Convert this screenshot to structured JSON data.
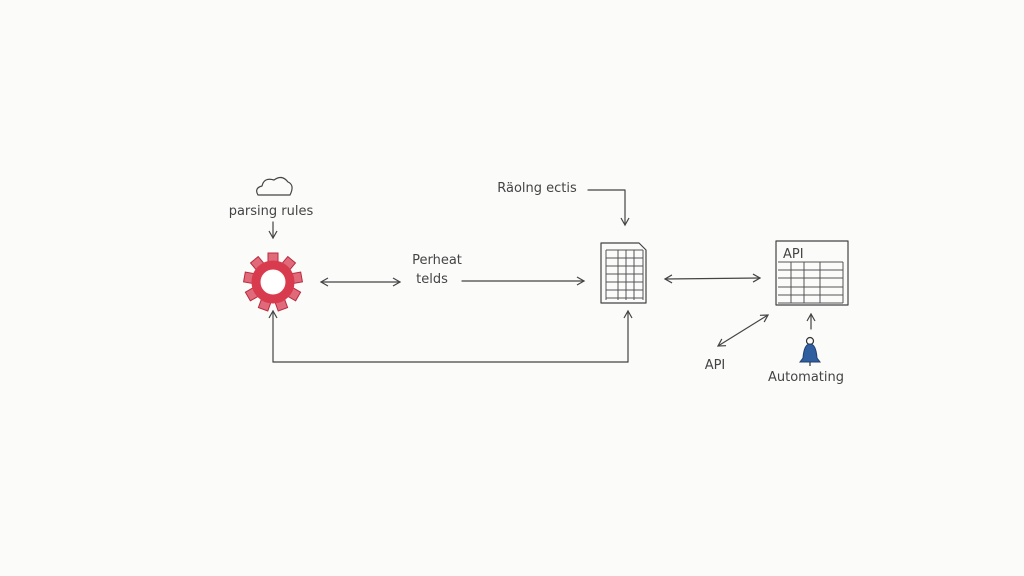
{
  "labels": {
    "parsing_rules": "parsing rules",
    "perheat": "Perheat",
    "telds": "telds",
    "raolng_ectis": "Räolng ectis",
    "api_box_title": "API",
    "api_side": "API",
    "automating": "Automating"
  },
  "colors": {
    "gear": "#d83a4e",
    "bell": "#2f5f9e",
    "ink": "#444444",
    "background": "#fbfbfa"
  },
  "icons": [
    "cloud-icon",
    "gear-icon",
    "spreadsheet-icon",
    "api-table-icon",
    "bell-icon"
  ]
}
